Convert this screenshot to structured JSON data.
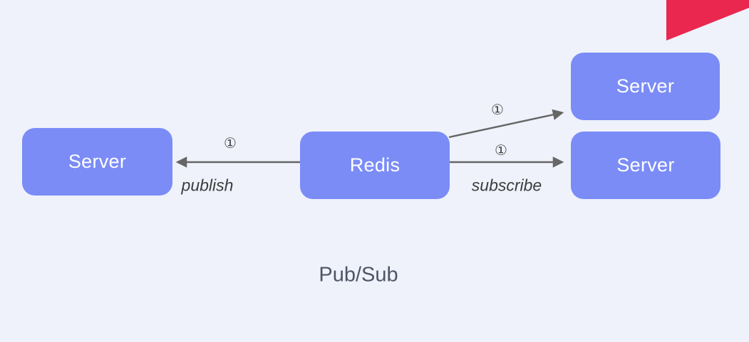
{
  "title": "Pub/Sub",
  "colors": {
    "background": "#eff2fb",
    "node_fill": "#7b8cf7",
    "node_text": "#ffffff",
    "edge": "#666666",
    "label_text": "#3d3d3d",
    "badge_text": "#454545",
    "title_text": "#4f5565",
    "corner_accent": "#e9274f"
  },
  "nodes": [
    {
      "id": "server-left",
      "label": "Server"
    },
    {
      "id": "redis",
      "label": "Redis"
    },
    {
      "id": "server-top-right",
      "label": "Server"
    },
    {
      "id": "server-bottom-right",
      "label": "Server"
    }
  ],
  "edges": [
    {
      "id": "publish",
      "from": "redis",
      "to": "server-left",
      "badge": "①",
      "label": "publish"
    },
    {
      "id": "subscribe-top",
      "from": "redis",
      "to": "server-top-right",
      "badge": "①",
      "label": ""
    },
    {
      "id": "subscribe-bottom",
      "from": "redis",
      "to": "server-bottom-right",
      "badge": "①",
      "label": "subscribe"
    }
  ],
  "decorations": [
    {
      "name": "corner-accent-triangle",
      "color": "#e9274f"
    }
  ]
}
